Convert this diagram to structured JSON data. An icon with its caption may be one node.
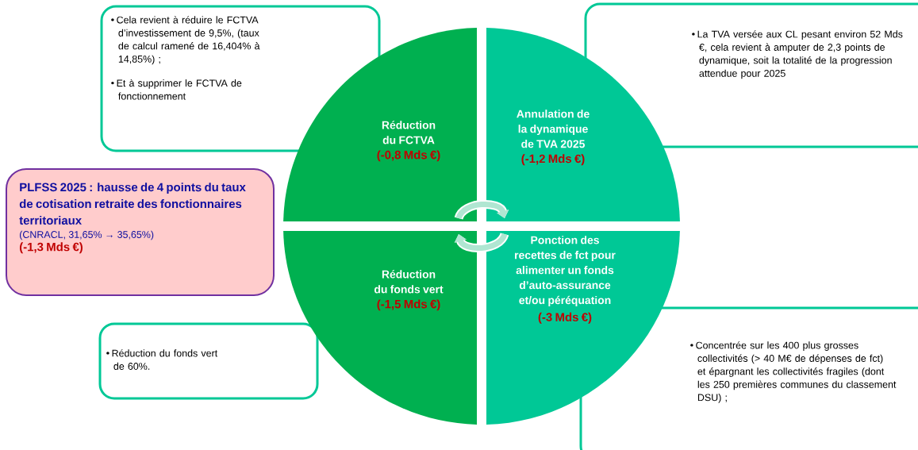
{
  "diagram": {
    "nodes": [
      {
        "text": [
          "Cela revient à réduire le FCTVA d’investissement de 9,5%, (taux de calcul ramené de 16,404% à 14,85%) ;",
          "Et à supprimer le FCTVA de fonctionnement"
        ]
      },
      {
        "text": [
          "La TVA versée aux CL pesant environ 52 Mds €, cela revient à amputer de 2,3 points de dynamique, soit la totalité de la progression attendue pour 2025"
        ]
      },
      {
        "text": [
          "Réduction du FCTVA",
          "(-0,8 Mds €)"
        ]
      },
      {
        "text": [
          "Annulation de la dynamique de TVA 2025",
          "(-1,2 Mds €)"
        ]
      },
      {
        "text": [
          "PLFSS 2025 : hausse de 4 points du taux de cotisation retraite des fonctionnaires territoriaux",
          "(CNRACL, 31,65% → 35,65%)",
          "(-1,3 Mds €)"
        ]
      },
      {
        "text": [
          "Réduction du fonds vert",
          "(-1,5 Mds €)"
        ]
      },
      {
        "text": [
          "Ponction des recettes de fct pour alimenter un fonds d’auto-assurance et/ou péréquation",
          "(-3 Mds €)"
        ]
      },
      {
        "text": [
          "Réduction du fonds vert de 60%."
        ]
      },
      {
        "text": [
          "Concentrée sur les 400 plus grosses collectivités (> 40 M€ de dépenses de fct) et épargnant les collectivités fragiles (dont les 250 premières communes du classement DSU) ;"
        ]
      }
    ],
    "edges": [
      {
        "from": 2,
        "to": 3,
        "arrow": "to"
      },
      {
        "from": 6,
        "to": 5,
        "arrow": "to"
      }
    ]
  }
}
